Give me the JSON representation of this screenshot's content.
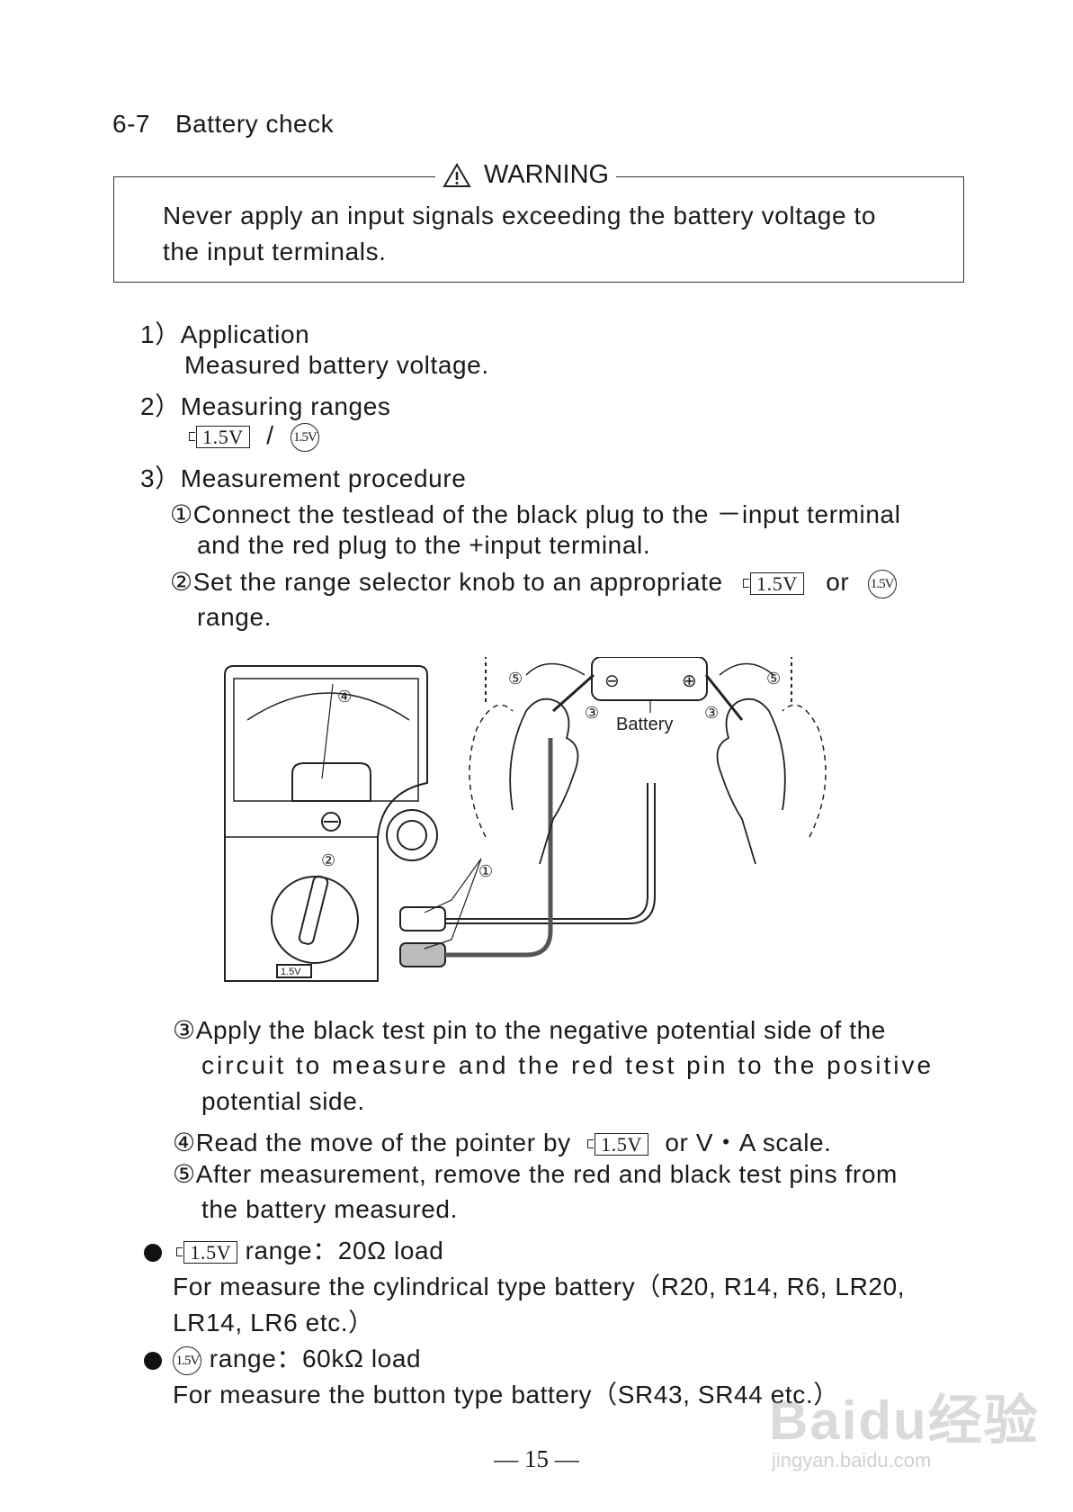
{
  "section": {
    "number": "6-7",
    "title": "Battery check"
  },
  "warning": {
    "heading": "WARNING",
    "line1": "Never apply an input signals exceeding the battery voltage to",
    "line2": "the input terminals."
  },
  "items": {
    "app_label": "1）Application",
    "app_text": "Measured battery voltage.",
    "ranges_label": "2）Measuring ranges",
    "range_box": "1.5V",
    "range_sep": "/",
    "range_circle": "1.5V",
    "proc_label": "3）Measurement procedure",
    "s1a": "①Connect the testlead of the black plug to the  －input terminal",
    "s1b": "and the red plug to the +input terminal.",
    "s2a": "②Set the range selector knob to an appropriate",
    "s2or": "or",
    "s2b": "range.",
    "s3a": "③Apply the black test pin to the negative potential side of the",
    "s3b": "circuit to measure and the red test pin to the positive",
    "s3c": "potential side.",
    "s4a": "④Read the move of the pointer by",
    "s4b": "or V・A scale.",
    "s5a": "⑤After measurement, remove the red and black test pins from",
    "s5b": "the battery measured.",
    "b1a": "range：20Ω load",
    "b1b": "For measure the cylindrical type battery（R20, R14, R6, LR20,",
    "b1c": "LR14, LR6 etc.）",
    "b2a": "range：60kΩ load",
    "b2b": "For measure the button type battery（SR43, SR44 etc.）"
  },
  "figure": {
    "battery_label": "Battery",
    "minus": "⊖",
    "plus": "⊕",
    "c1": "①",
    "c2": "②",
    "c3": "③",
    "c4": "④",
    "c5": "⑤",
    "dial_label": "1.5V"
  },
  "page_number": "— 15 —",
  "watermark": {
    "logo": "Baidu经验",
    "url": "jingyan.baidu.com"
  }
}
